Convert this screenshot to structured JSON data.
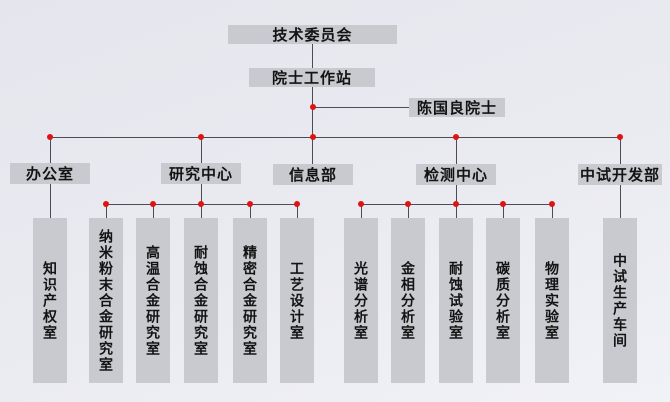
{
  "colors": {
    "background_top": "#e5e6ed",
    "background_bottom": "#f1f2f7",
    "box_fill": "#c9cacf",
    "box_text": "#131313",
    "connector_line": "#4c4c52",
    "junction_dot": "#e01212"
  },
  "org": {
    "root": "技术委员会",
    "station": "院士工作站",
    "advisor": "陈国良院士",
    "departments": [
      {
        "label": "办公室",
        "children": [
          "知识产权室"
        ]
      },
      {
        "label": "研究中心",
        "children": [
          "纳米粉末合金研究室",
          "高温合金研究室",
          "耐蚀合金研究室",
          "精密合金研究室",
          "工艺设计室"
        ]
      },
      {
        "label": "信息部",
        "children": []
      },
      {
        "label": "检测中心",
        "children": [
          "光谱分析室",
          "金相分析室",
          "耐蚀试验室",
          "碳质分析室",
          "物理实验室"
        ]
      },
      {
        "label": "中试开发部",
        "children": [
          "中试生产车间"
        ]
      }
    ]
  }
}
